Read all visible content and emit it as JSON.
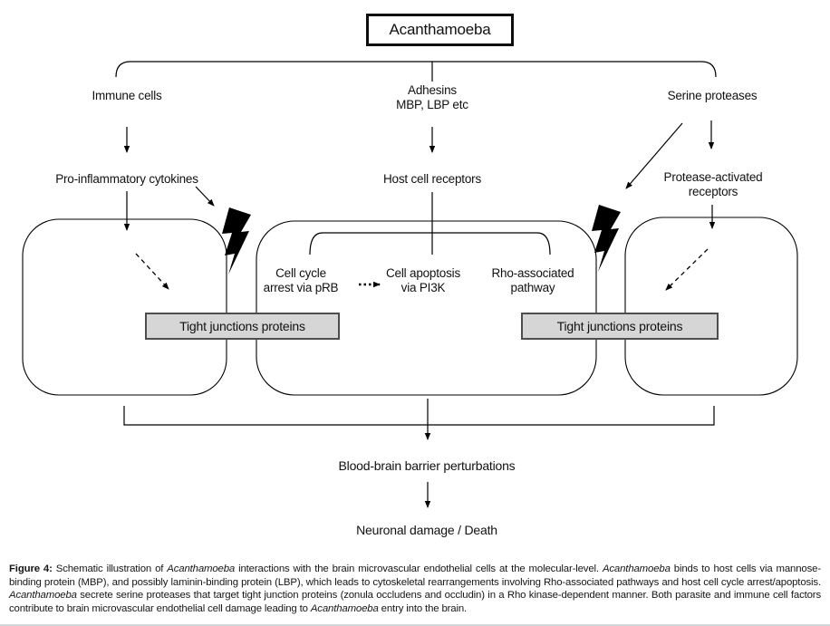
{
  "title": "Acanthamoeba",
  "diagram": {
    "branches": {
      "immune_cells": "Immune cells",
      "adhesins_line1": "Adhesins",
      "adhesins_line2": "MBP, LBP etc",
      "serine_proteases": "Serine proteases"
    },
    "receptors": {
      "pro_inflammatory": "Pro-inflammatory cytokines",
      "host_cell_receptors": "Host cell receptors",
      "protease_activated_line1": "Protease-activated",
      "protease_activated_line2": "receptors"
    },
    "cell_pathways": {
      "cell_cycle_line1": "Cell cycle",
      "cell_cycle_line2": "arrest via pRB",
      "apoptosis_line1": "Cell apoptosis",
      "apoptosis_line2": "via PI3K",
      "rho_line1": "Rho-associated",
      "rho_line2": "pathway"
    },
    "tight_junctions_left": "Tight junctions proteins",
    "tight_junctions_right": "Tight junctions proteins",
    "outcomes": {
      "bbb": "Blood-brain barrier perturbations",
      "neuronal": "Neuronal damage / Death"
    },
    "colors": {
      "line": "#000000",
      "tj_box_fill": "#d6d6d6",
      "tj_box_border": "#4d4d4d",
      "bolt": "#000000"
    }
  },
  "caption": {
    "segments": [
      {
        "text": "Figure 4:"
      },
      {
        "text": " Schematic illustration of "
      },
      {
        "text": "Acanthamoeba"
      },
      {
        "text": " interactions with the brain microvascular endothelial cells at the molecular-level. "
      },
      {
        "text": "Acanthamoeba"
      },
      {
        "text": " binds to host cells via mannose-binding protein (MBP), and possibly laminin-binding protein (LBP), which leads to cytoskeletal rearrangements involving Rho-associated pathways and host cell cycle arrest/apoptosis. "
      },
      {
        "text": "Acanthamoeba"
      },
      {
        "text": " secrete serine proteases that target tight junction proteins (zonula occludens and occludin) in a Rho kinase-dependent manner. Both parasite and immune cell factors contribute to brain microvascular endothelial cell damage leading to "
      },
      {
        "text": "Acanthamoeba"
      },
      {
        "text": " entry into the brain."
      }
    ]
  }
}
